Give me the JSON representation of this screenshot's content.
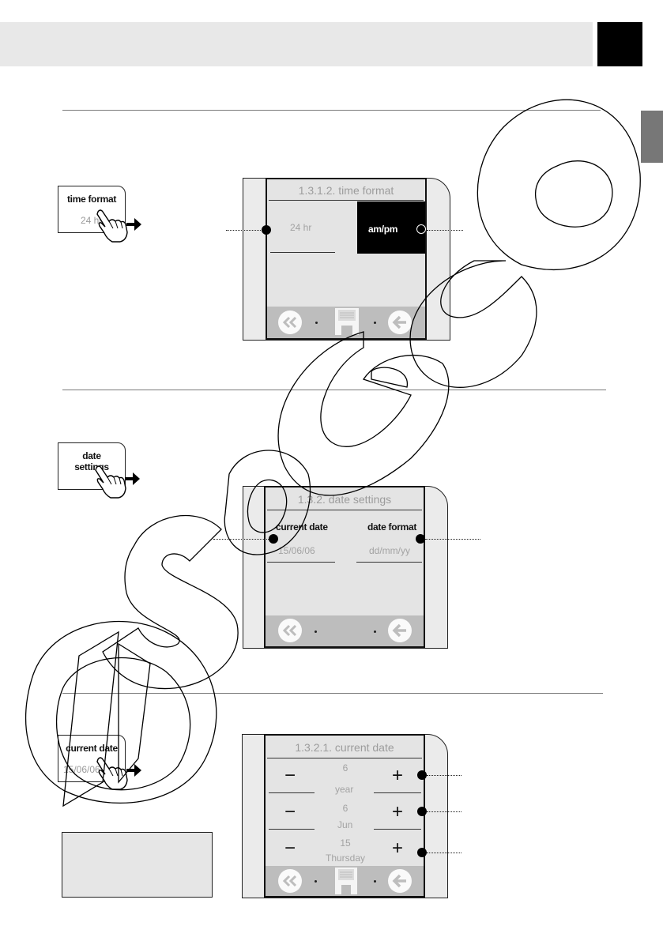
{
  "section1": {
    "button": {
      "title": "time format",
      "value": "24 hr"
    },
    "screen": {
      "title": "1.3.1.2. time format",
      "option_left": "24 hr",
      "option_right": "am/pm"
    }
  },
  "section2": {
    "button": {
      "title_line1": "date",
      "title_line2": "settings"
    },
    "screen": {
      "title": "1.3.2. date settings",
      "left_label": "current date",
      "left_value": "15/06/06",
      "right_label": "date format",
      "right_value": "dd/mm/yy"
    }
  },
  "section3": {
    "button": {
      "title": "current date",
      "value": "15/06/06"
    },
    "screen": {
      "title": "1.3.2.1. current date",
      "minus": "−",
      "plus": "+",
      "rows": [
        {
          "value": "6",
          "label": "year"
        },
        {
          "value": "6",
          "label": "Jun"
        },
        {
          "value": "15",
          "label": "Thursday"
        }
      ]
    }
  },
  "icons": [
    "pointing-hand-icon",
    "arrow-right-icon",
    "double-chevron-left-icon",
    "floppy-disk-icon",
    "arrow-left-icon",
    "saeco-watermark"
  ],
  "colors": {
    "header_gray": "#e8e8e8",
    "screen_gray": "#e4e4e4",
    "bar_gray": "#bdbdbd"
  }
}
